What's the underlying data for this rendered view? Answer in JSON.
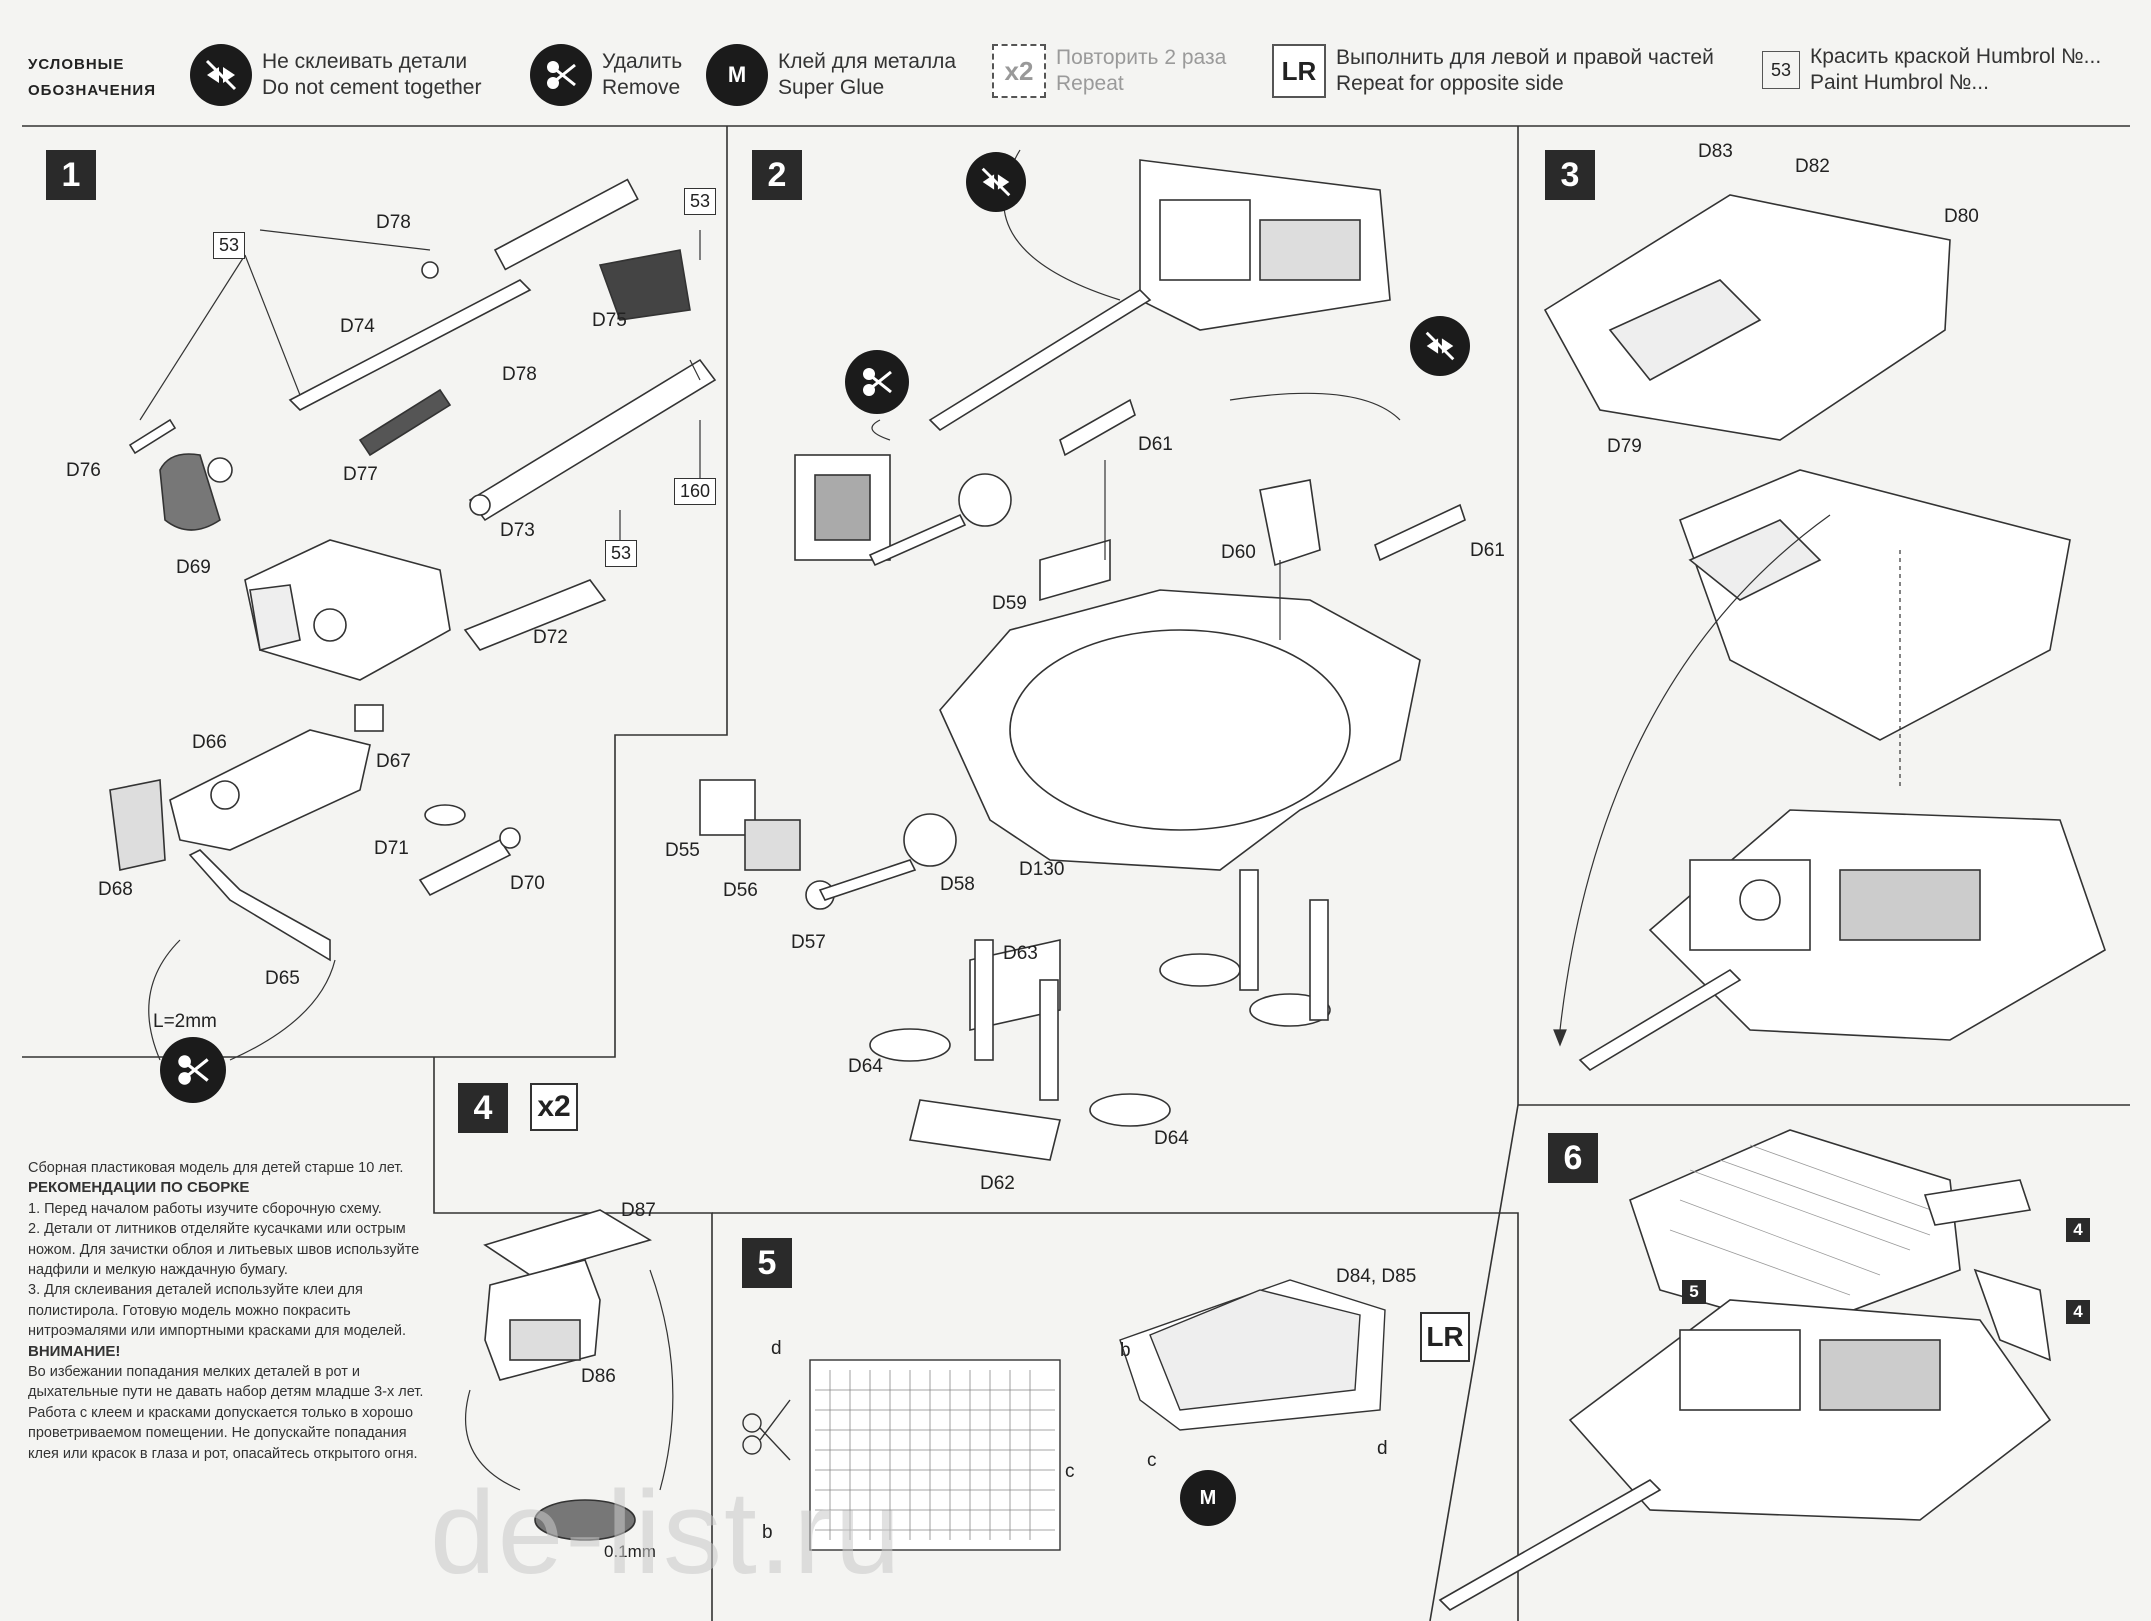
{
  "legend": {
    "title_line1": "УСЛОВНЫЕ",
    "title_line2": "ОБОЗНАЧЕНИЯ",
    "items": [
      {
        "ru": "Не склеивать детали",
        "en": "Do not cement together",
        "icon": "no-glue-icon"
      },
      {
        "ru": "Удалить",
        "en": "Remove",
        "icon": "remove-icon"
      },
      {
        "ru": "Клей для металла",
        "en": "Super Glue",
        "icon": "super-glue-icon",
        "symbol": "M"
      },
      {
        "ru": "Повторить 2 раза",
        "en": "Repeat",
        "icon": "repeat-icon",
        "symbol": "x2"
      },
      {
        "ru": "Выполнить для левой и правой частей",
        "en": "Repeat for opposite side",
        "icon": "left-right-icon",
        "symbol": "LR"
      },
      {
        "ru": "Красить краской Humbrol №...",
        "en": "Paint Humbrol №...",
        "icon": "paint-icon",
        "symbol": "53"
      }
    ]
  },
  "steps": {
    "s1": {
      "number": "1",
      "parts": [
        "D78",
        "D74",
        "D75",
        "D76",
        "D77",
        "D69",
        "D73",
        "D72",
        "D66",
        "D67",
        "D68",
        "D71",
        "D70",
        "D65"
      ],
      "paint": [
        "53",
        "53",
        "53",
        "160"
      ],
      "d78b": "D78",
      "note": "L=2mm"
    },
    "s2": {
      "number": "2",
      "parts": [
        "D61",
        "D60",
        "D61",
        "D59",
        "D130",
        "D55",
        "D56",
        "D57",
        "D58",
        "D63",
        "D64",
        "D64",
        "D62"
      ]
    },
    "s3": {
      "number": "3",
      "parts": [
        "D83",
        "D82",
        "D80",
        "D79"
      ]
    },
    "s4": {
      "number": "4",
      "repeat": "x2",
      "parts": [
        "D87",
        "D86"
      ],
      "note": "0.1mm"
    },
    "s5": {
      "number": "5",
      "parts": [
        "D84, D85"
      ],
      "letters": [
        "d",
        "b",
        "c",
        "b",
        "c",
        "d"
      ],
      "lr": "LR",
      "glue": "M"
    },
    "s6": {
      "number": "6",
      "refs": [
        "5",
        "4",
        "4"
      ]
    }
  },
  "notes": {
    "intro": "Сборная пластиковая модель для детей старше 10 лет.",
    "heading": "РЕКОМЕНДАЦИИ ПО СБОРКЕ",
    "items": [
      "1. Перед началом работы изучите сборочную схему.",
      "2. Детали от литников отделяйте кусачками или острым ножом. Для зачистки облоя и литьевых швов используйте надфили и мелкую наждачную бумагу.",
      "3. Для склеивания деталей используйте клеи для полистирола. Готовую модель можно покрасить нитроэмалями или импортными красками для моделей."
    ],
    "warning_heading": "ВНИМАНИЕ!",
    "warning": "Во избежании попадания мелких деталей в рот и дыхательные пути не давать набор детям младше 3-х лет. Работа с клеем и красками допускается только в хорошо проветриваемом помещении. Не допускайте попадания клея или красок в глаза и рот, опасайтесь открытого огня."
  },
  "watermark": "de-list.ru"
}
